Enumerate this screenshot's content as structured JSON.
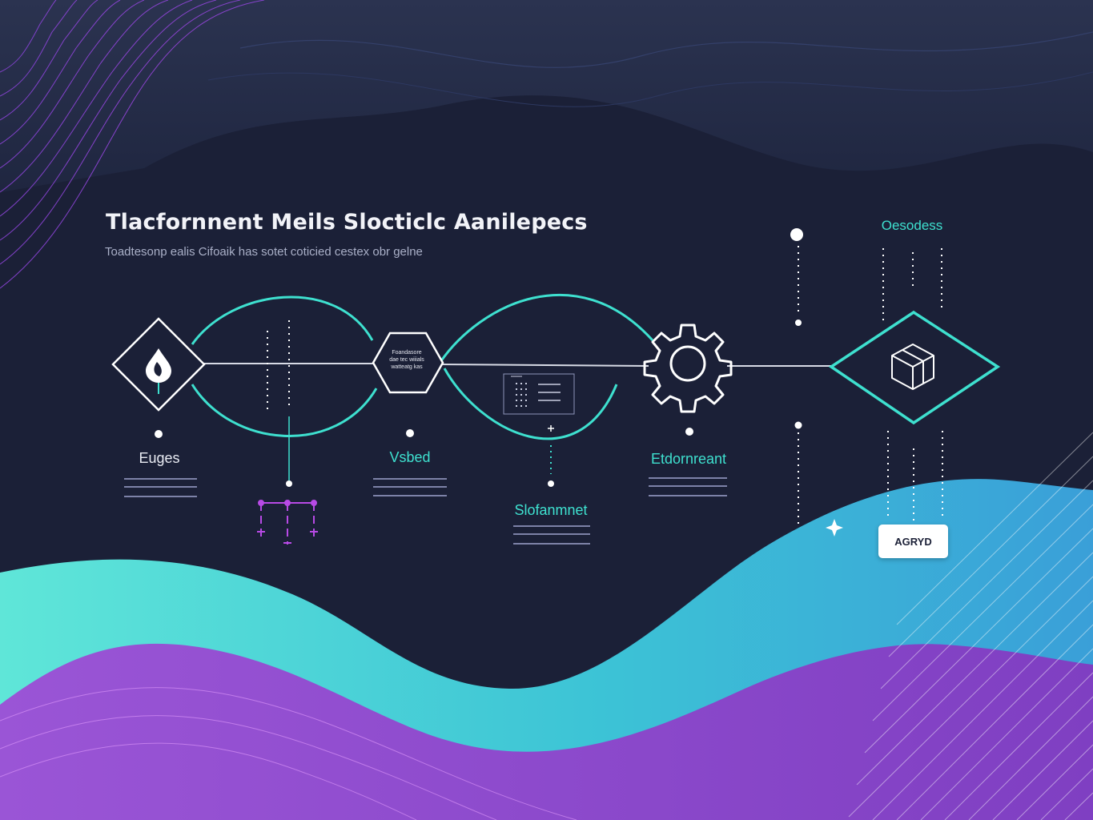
{
  "header": {
    "title": "Tlacfornnent Meils Slocticlc Aanilepecs",
    "subtitle": "Toadtesonp ealis Cifoaik has sotet coticied cestex obr gelne"
  },
  "steps": [
    {
      "label": "Euges",
      "icon": "droplet-icon"
    },
    {
      "label": "Vsbed",
      "icon": "hexagon-node",
      "box_text": [
        "Foandasore",
        "dae tec wiiials",
        "watteatg kas"
      ]
    },
    {
      "label": "Slofanmnet",
      "icon": "list-card-icon"
    },
    {
      "label": "Etdornreant",
      "icon": "gear-icon"
    },
    {
      "label": "Oesodess",
      "icon": "cube-icon"
    }
  ],
  "badge": {
    "label": "AGRYD"
  },
  "colors": {
    "background": "#1b2037",
    "teal": "#3ee0cf",
    "purple": "#a050ee",
    "white": "#ffffff"
  }
}
